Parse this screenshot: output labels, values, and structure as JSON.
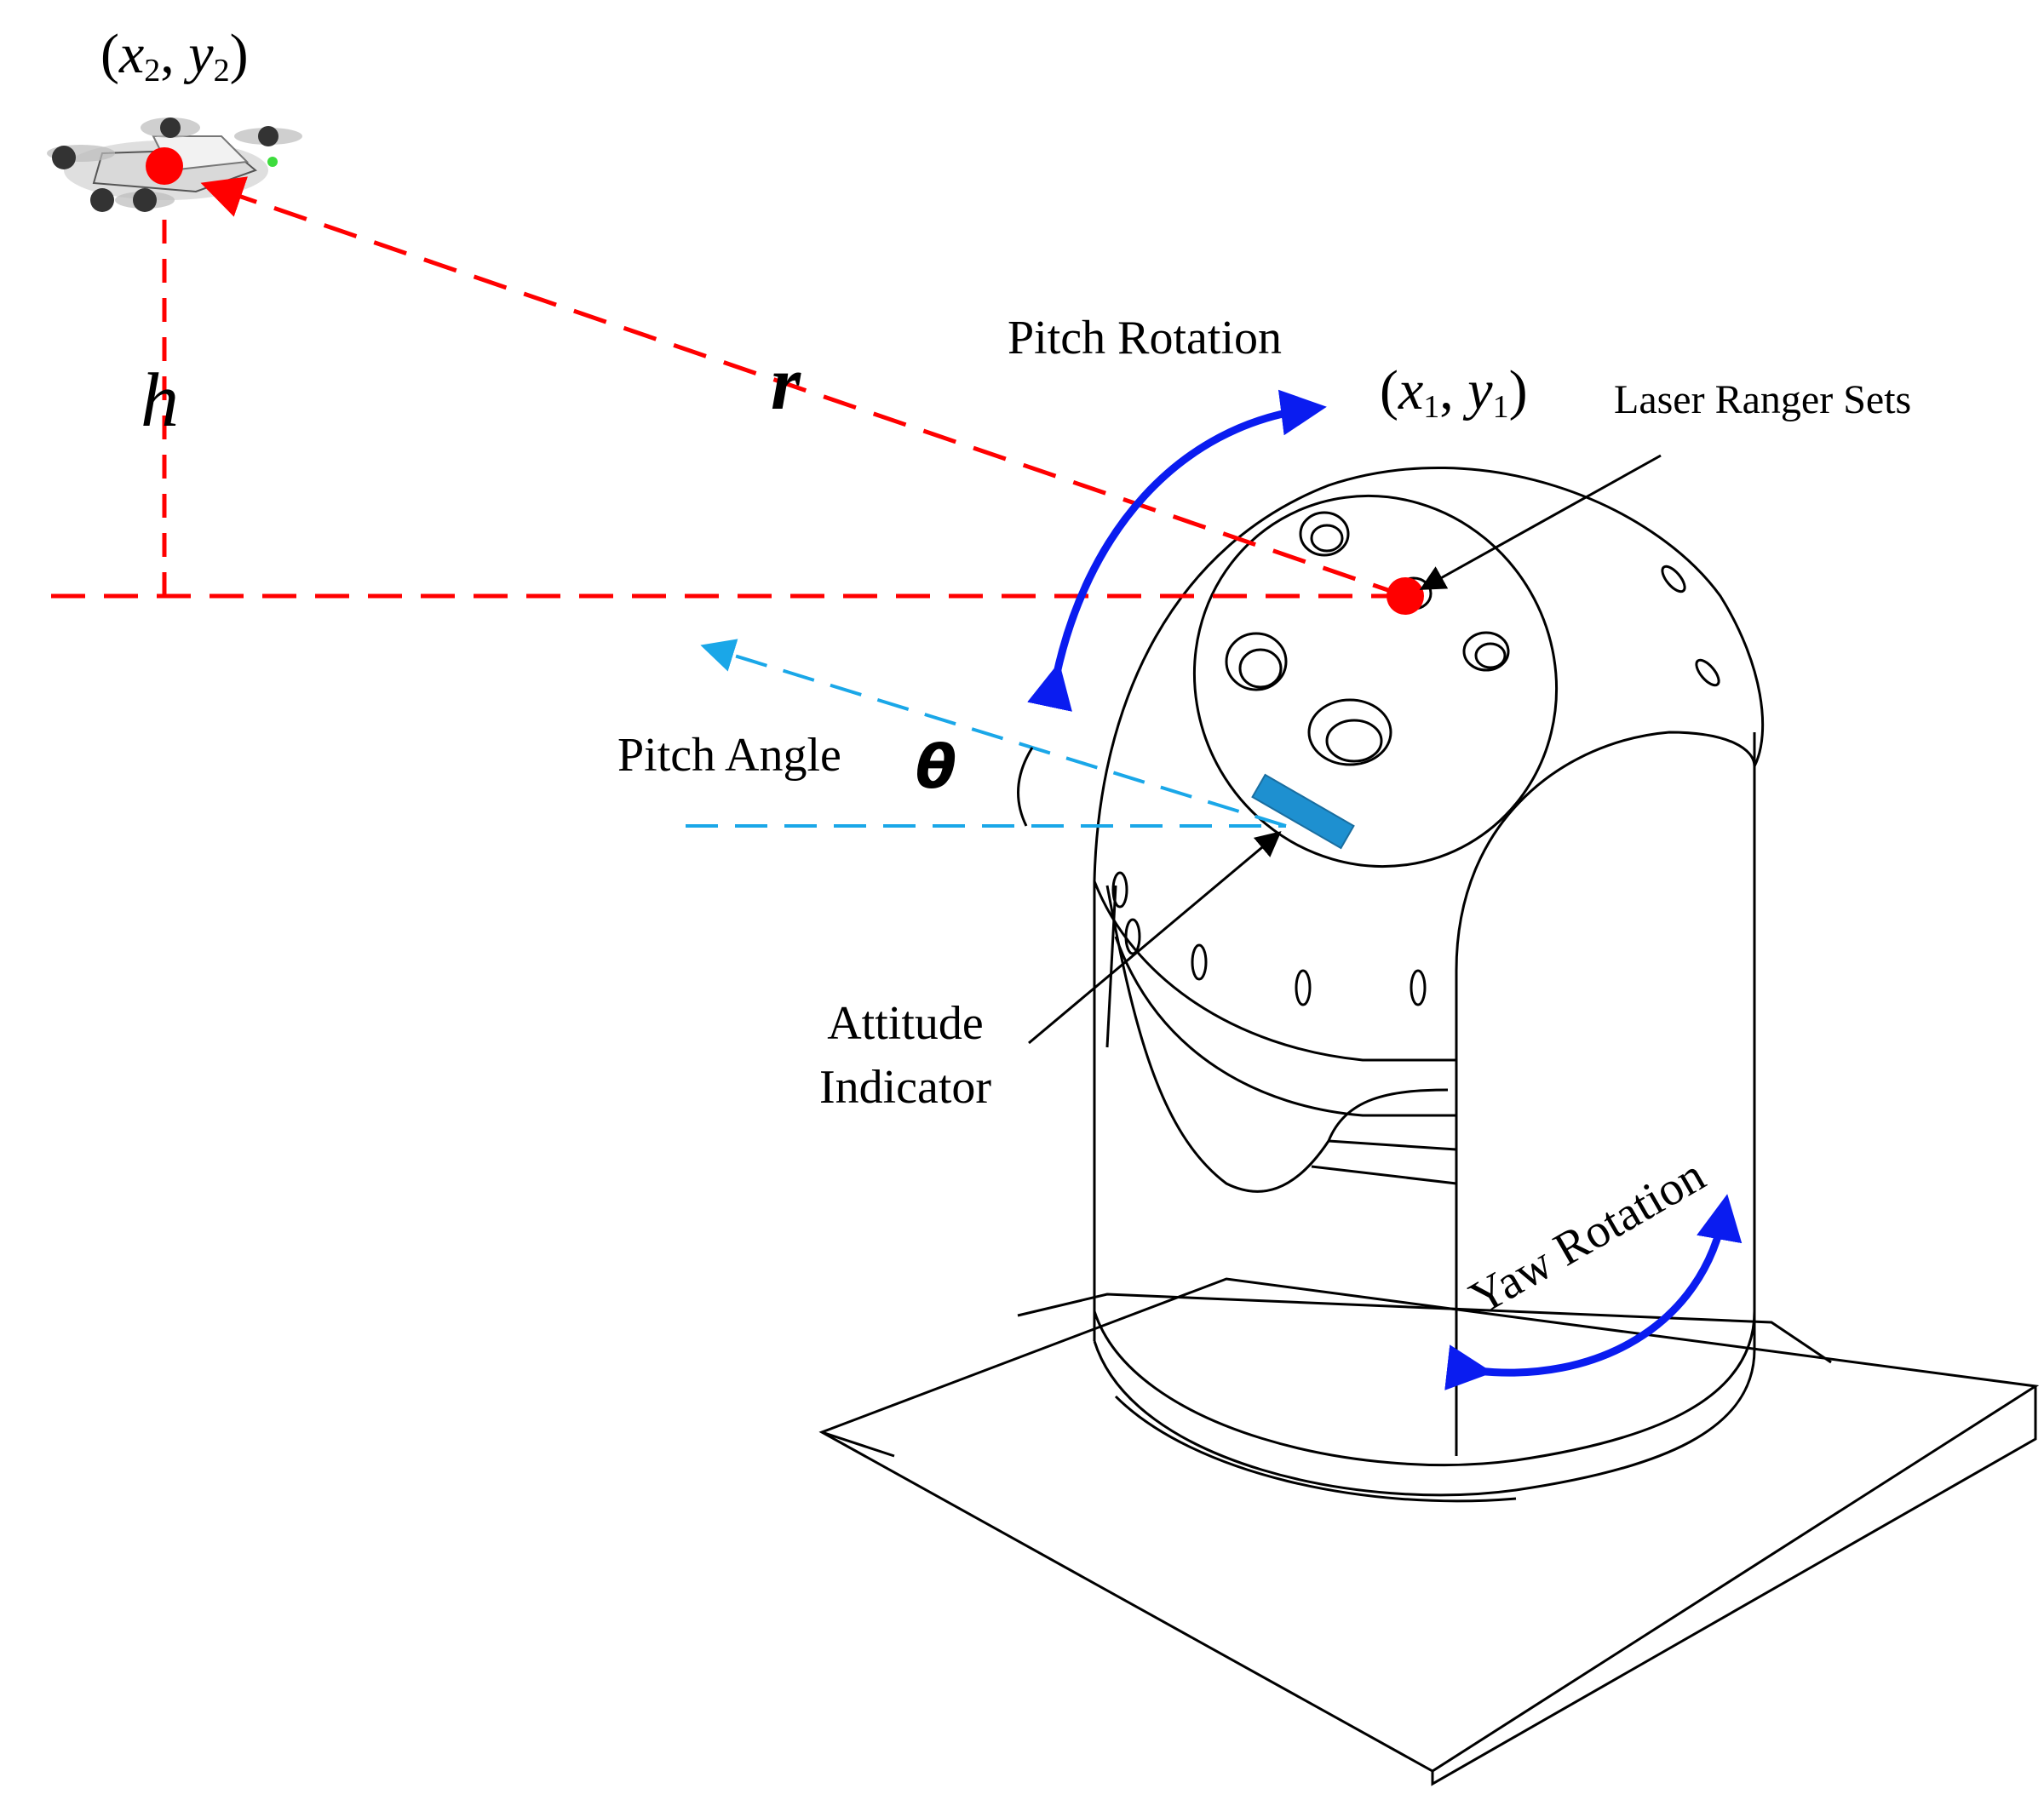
{
  "colors": {
    "distance_line": "#ff0000",
    "target_dot": "#ff0000",
    "pitch_angle_line": "#1aa7e8",
    "attitude_indicator": "#1e90d0",
    "rotation_arrows": "#0a1cf0",
    "outline": "#000000"
  },
  "icons": {
    "drone": "drone-icon",
    "turret": "gimbal-turret-icon"
  },
  "labels": {
    "drone_coord": {
      "open": "(",
      "x": "x",
      "x_sub": "2",
      "sep": ", ",
      "y": "y",
      "y_sub": "2",
      "close": ")"
    },
    "turret_coord": {
      "open": "(",
      "x": "x",
      "x_sub": "1",
      "sep": ", ",
      "y": "y",
      "y_sub": "1",
      "close": ")"
    },
    "height": "h",
    "range": "r",
    "pitch_rotation": "Pitch Rotation",
    "laser_ranger_sets": "Laser Ranger Sets",
    "pitch_angle": "Pitch Angle",
    "theta": "θ",
    "attitude_indicator_line1": "Attitude",
    "attitude_indicator_line2": "Indicator",
    "yaw_rotation": "Yaw Rotation"
  }
}
